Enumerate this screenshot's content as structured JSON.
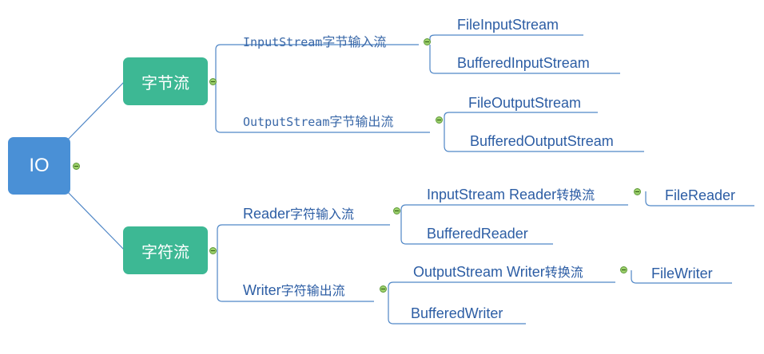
{
  "root": {
    "label": "IO"
  },
  "byte": {
    "label": "字节流",
    "input": {
      "label_en": "InputStream",
      "label_zh": "字节输入流",
      "children": [
        "FileInputStream",
        "BufferedInputStream"
      ]
    },
    "output": {
      "label_en": "OutputStream",
      "label_zh": "字节输出流",
      "children": [
        "FileOutputStream",
        "BufferedOutputStream"
      ]
    }
  },
  "char": {
    "label": "字符流",
    "reader": {
      "label_en": "Reader",
      "label_zh": "字符输入流",
      "converter": {
        "label_en": "InputStream Reader",
        "label_zh": "转换流",
        "child": "FileReader"
      },
      "buffered": "BufferedReader"
    },
    "writer": {
      "label_en": "Writer",
      "label_zh": "字符输出流",
      "converter": {
        "label_en": "OutputStream Writer",
        "label_zh": "转换流",
        "child": "FileWriter"
      },
      "buffered": "BufferedWriter"
    }
  },
  "colors": {
    "root": "#4a90d6",
    "branch": "#3db894",
    "line": "#4f86c6",
    "text": "#2c5da4",
    "collapse": "#9bcf6a"
  }
}
